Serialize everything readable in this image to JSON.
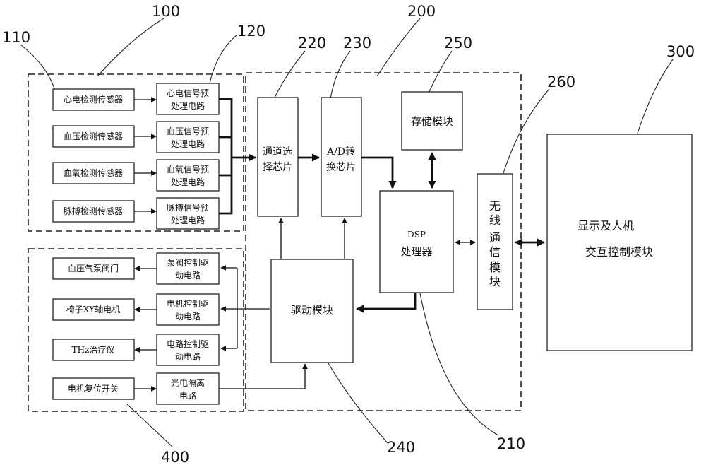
{
  "refs": {
    "r100": "100",
    "r110": "110",
    "r120": "120",
    "r200": "200",
    "r210": "210",
    "r220": "220",
    "r230": "230",
    "r240": "240",
    "r250": "250",
    "r260": "260",
    "r300": "300",
    "r400": "400"
  },
  "sensors": [
    "心电检测传感器",
    "血压检测传感器",
    "血氧检测传感器",
    "脉搏检测传感器"
  ],
  "preproc": [
    [
      "心电信号预",
      "处理电路"
    ],
    [
      "血压信号预",
      "处理电路"
    ],
    [
      "血氧信号预",
      "处理电路"
    ],
    [
      "脉搏信号预",
      "处理电路"
    ]
  ],
  "actuators": [
    "血压气泵阀门",
    "椅子XY轴电机",
    "THz治疗仪",
    "电机复位开关"
  ],
  "drivers": [
    [
      "泵阀控制驱",
      "动电路"
    ],
    [
      "电机控制驱",
      "动电路"
    ],
    [
      "电路控制驱",
      "动电路"
    ],
    [
      "光电隔离",
      "电路"
    ]
  ],
  "modules": {
    "channel": [
      "通道选",
      "择芯片"
    ],
    "adc": [
      "A/D转",
      "换芯片"
    ],
    "storage": "存储模块",
    "dsp": [
      "DSP",
      "处理器"
    ],
    "wireless": [
      "无",
      "线",
      "通",
      "信",
      "模",
      "块"
    ],
    "drive": "驱动模块",
    "display": [
      "显示及人机",
      "交互控制模块"
    ]
  }
}
